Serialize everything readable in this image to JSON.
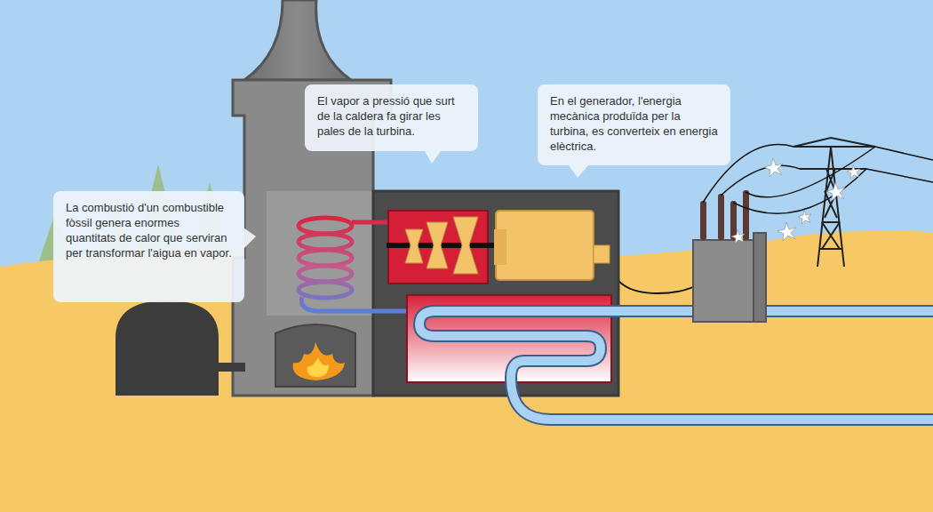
{
  "diagram": {
    "nodes": [
      {
        "text": [
          "El vapor a pressió que surt de la caldera fa girar les pales de la turbina."
        ]
      },
      {
        "text": [
          "En el generador, l'energia mecànica produïda per la turbina, es converteix en energia elèctrica."
        ]
      },
      {
        "text": [
          "La combustió d'un combustible fòssil genera enormes quantitats de calor que serviran per transformar l'aigua en vapor."
        ]
      }
    ]
  }
}
